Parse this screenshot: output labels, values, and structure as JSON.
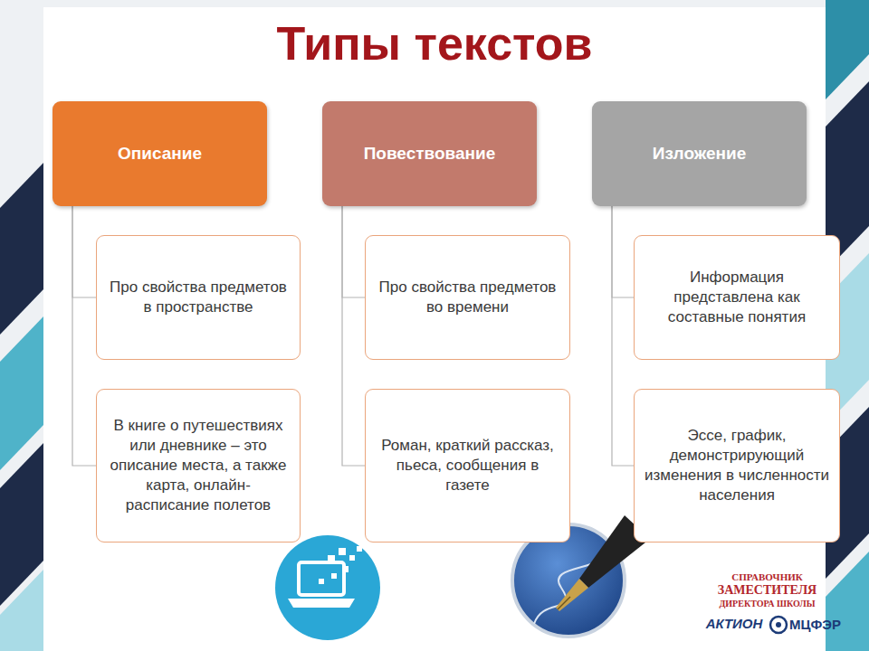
{
  "diagram": {
    "title": "Типы текстов",
    "nodes": [
      {
        "text": [
          "Описание"
        ]
      },
      {
        "text": [
          "Повествование"
        ]
      },
      {
        "text": [
          "Изложение"
        ]
      },
      {
        "text": [
          "Про свойства предметов в пространстве"
        ]
      },
      {
        "text": [
          "Про свойства предметов во времени"
        ]
      },
      {
        "text": [
          "Информация представлена как составные понятия"
        ]
      },
      {
        "text": [
          "В книге о путешествиях или дневнике – это описание места, а также карта, онлайн-расписание полетов"
        ]
      },
      {
        "text": [
          "Роман, краткий рассказ, пьеса, сообщения в газете"
        ]
      },
      {
        "text": [
          "Эссе, график, демонстрирующий изменения в численности населения"
        ]
      }
    ],
    "edges": [
      {
        "from": 0,
        "to": 3,
        "arrow": "none"
      },
      {
        "from": 0,
        "to": 6,
        "arrow": "none"
      },
      {
        "from": 1,
        "to": 4,
        "arrow": "none"
      },
      {
        "from": 1,
        "to": 7,
        "arrow": "none"
      },
      {
        "from": 2,
        "to": 5,
        "arrow": "none"
      },
      {
        "from": 2,
        "to": 8,
        "arrow": "none"
      }
    ],
    "labels": [
      "СПРАВОЧНИК",
      "ЗАМЕСТИТЕЛЯ",
      "ДИРЕКТОРА ШКОЛЫ",
      "АКТИОН",
      "МЦФЭР"
    ]
  }
}
